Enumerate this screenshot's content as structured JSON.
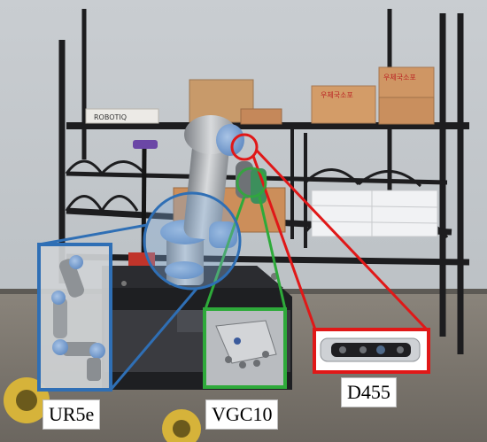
{
  "labels": {
    "arm": "UR5e",
    "gripper": "VGC10",
    "camera": "D455"
  },
  "shelf_box_text": {
    "robotiq": "ROBOTIQ",
    "box_a": "우체국소포",
    "box_b": "우체국소포"
  },
  "colors": {
    "arm_callout": "#2f6fb5",
    "gripper_callout": "#2eaa3a",
    "camera_callout": "#e01818"
  }
}
